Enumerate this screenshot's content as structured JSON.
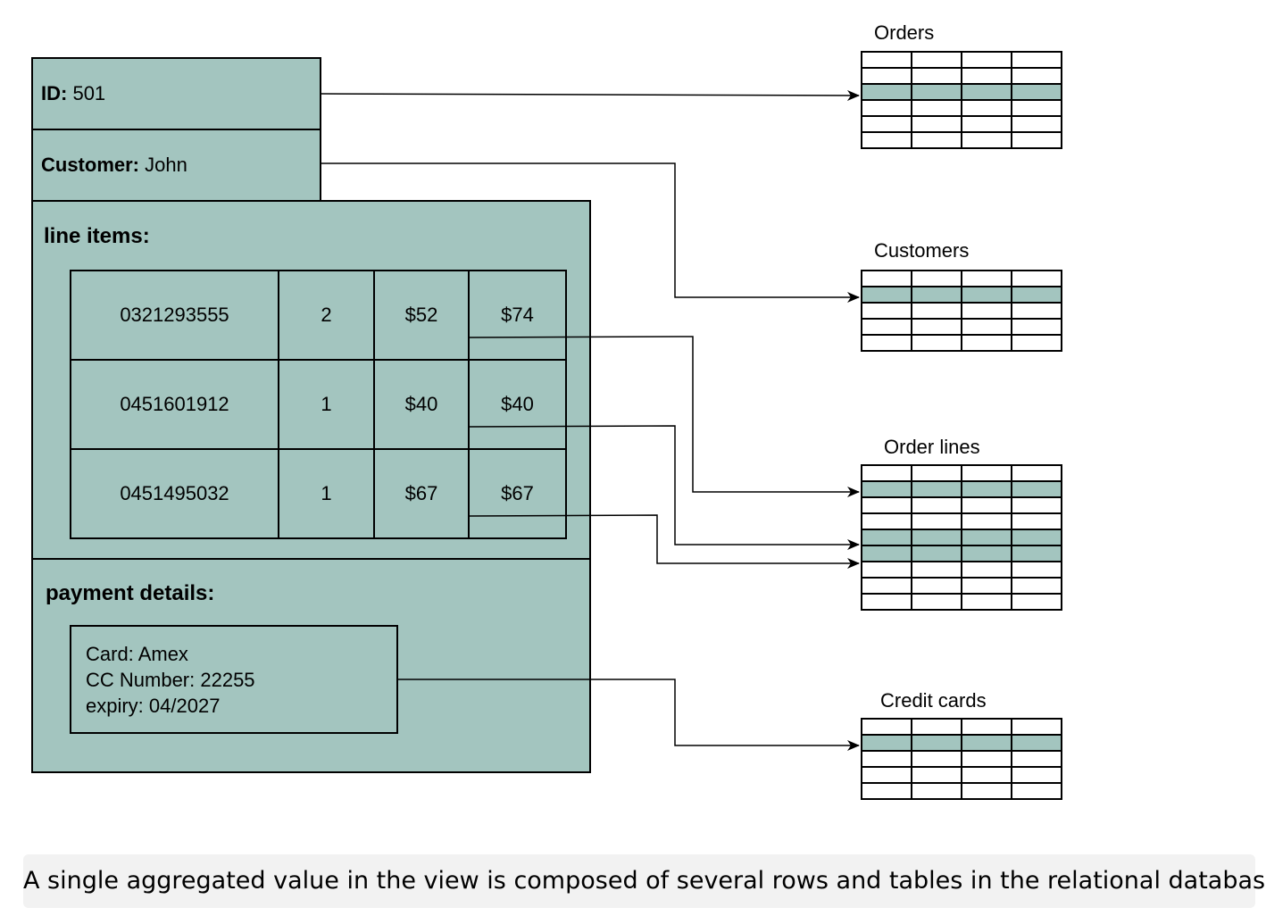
{
  "order": {
    "id_label": "ID:",
    "id_value": "501",
    "customer_label": "Customer:",
    "customer_value": "John",
    "line_items_title": "line items:",
    "line_items": [
      {
        "isbn": "0321293555",
        "qty": "2",
        "price": "$52",
        "total": "$74"
      },
      {
        "isbn": "0451601912",
        "qty": "1",
        "price": "$40",
        "total": "$40"
      },
      {
        "isbn": "0451495032",
        "qty": "1",
        "price": "$67",
        "total": "$67"
      }
    ],
    "payment_title": "payment details:",
    "payment": {
      "card": "Card: Amex",
      "cc_number": "CC Number: 22255",
      "expiry": "expiry: 04/2027"
    }
  },
  "tables": {
    "orders": {
      "title": "Orders",
      "rows": 6,
      "highlighted": [
        2
      ]
    },
    "customers": {
      "title": "Customers",
      "rows": 5,
      "highlighted": [
        1
      ]
    },
    "order_lines": {
      "title": "Order lines",
      "rows": 9,
      "highlighted": [
        1,
        4,
        5
      ]
    },
    "credit_cards": {
      "title": "Credit cards",
      "rows": 5,
      "highlighted": [
        1
      ]
    }
  },
  "caption": "A single aggregated value in the view is composed of several rows and tables in the relational database",
  "colors": {
    "fill": "#a3c5bf",
    "stroke": "#000000"
  }
}
